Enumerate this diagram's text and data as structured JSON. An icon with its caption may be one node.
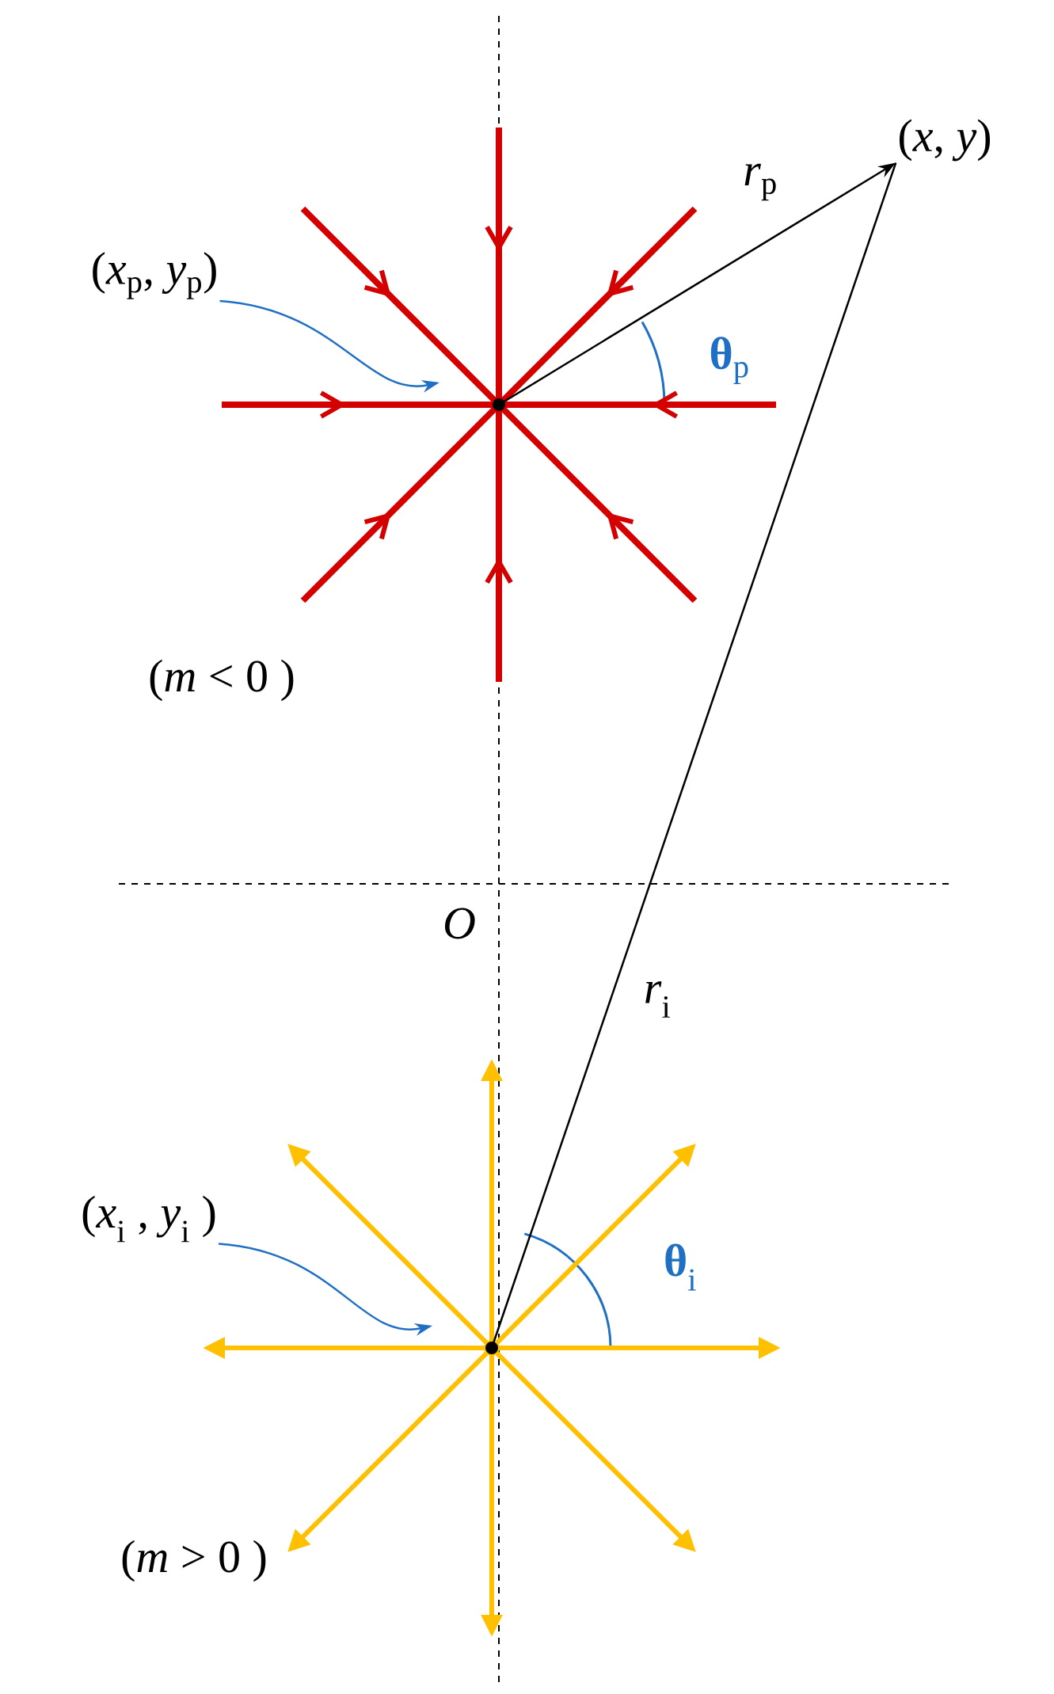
{
  "diagram": {
    "nodes": [
      {
        "text": [
          "(*x*$_{p}$, *y*$_{p}$)"
        ]
      },
      {
        "text": [],
        "shape": "star"
      },
      {
        "text": [
          "(*x*, *y*)"
        ]
      },
      {
        "text": [],
        "shape": "star"
      },
      {
        "text": [
          "(*x*$_{i}$ , *y*$_{i}$ )"
        ]
      }
    ],
    "edges": [
      {
        "from": 0,
        "to": 1,
        "arrow": "to",
        "color": "#1f6fc5"
      },
      {
        "from": 1,
        "to": 2,
        "arrow": "to",
        "label": "*r*$_{p}$",
        "color": "#000000"
      },
      {
        "from": 3,
        "to": 2,
        "arrow": "none",
        "label": "*r*$_{i}$",
        "color": "#000000"
      },
      {
        "from": 4,
        "to": 3,
        "arrow": "to",
        "color": "#1f6fc5"
      }
    ],
    "labels": [
      "**θ**$_{p}$",
      "(*m* < 0 )",
      "*O*",
      "**θ**$_{i}$",
      "(*m* > 0 )"
    ]
  }
}
